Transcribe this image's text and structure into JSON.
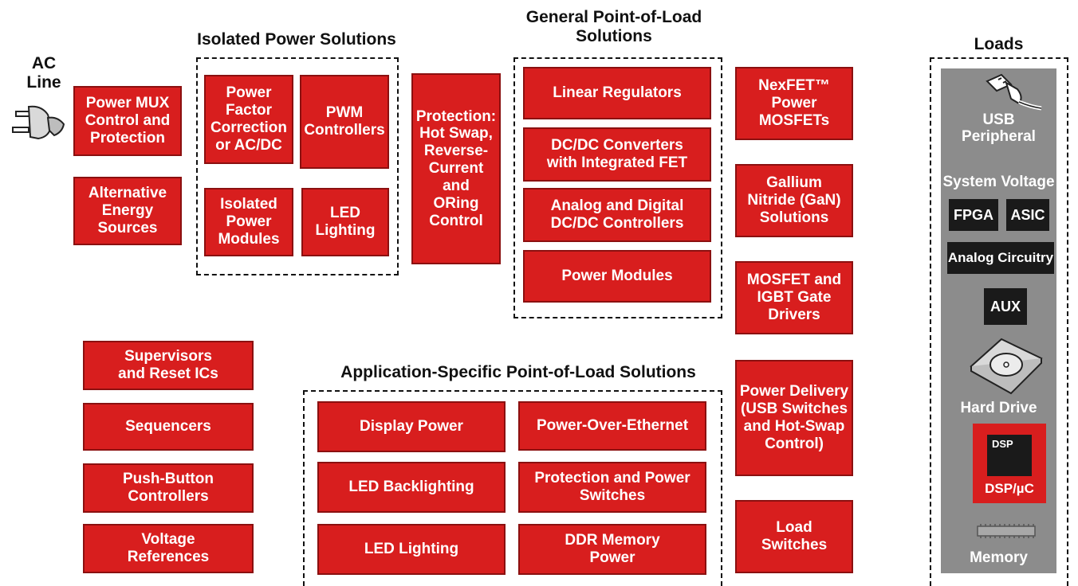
{
  "titles": {
    "ac_line": "AC\nLine",
    "isolated": "Isolated Power Solutions",
    "general_pol": "General Point-of-Load\nSolutions",
    "app_specific": "Application-Specific Point-of-Load Solutions",
    "loads": "Loads"
  },
  "left_column": {
    "power_mux": "Power MUX\nControl and\nProtection",
    "alt_energy": "Alternative\nEnergy\nSources",
    "supervisors": "Supervisors\nand Reset ICs",
    "sequencers": "Sequencers",
    "push_button": "Push-Button\nControllers",
    "voltage_refs": "Voltage\nReferences"
  },
  "isolated": {
    "pfc": "Power\nFactor\nCorrection\nor AC/DC",
    "pwm": "PWM\nControllers",
    "isolated_modules": "Isolated\nPower\nModules",
    "led_lighting": "LED\nLighting"
  },
  "protection": "Protection:\nHot Swap,\nReverse-\nCurrent\nand\nORing\nControl",
  "general_pol": {
    "linear": "Linear Regulators",
    "dcdc_fet": "DC/DC Converters\nwith Integrated FET",
    "analog_digital": "Analog and Digital\nDC/DC Controllers",
    "power_modules": "Power Modules"
  },
  "right_column": {
    "nexfet": "NexFET™\nPower\nMOSFETs",
    "gan": "Gallium\nNitride (GaN)\nSolutions",
    "gate_drivers": "MOSFET and\nIGBT Gate\nDrivers",
    "power_delivery": "Power Delivery\n(USB Switches\nand Hot-Swap\nControl)",
    "load_switches": "Load\nSwitches"
  },
  "app_specific": {
    "display_power": "Display Power",
    "poe": "Power-Over-Ethernet",
    "led_backlighting": "LED Backlighting",
    "protection_switches": "Protection and Power\nSwitches",
    "led_lighting": "LED Lighting",
    "ddr_memory": "DDR Memory\nPower"
  },
  "loads": {
    "usb": "USB\nPeripheral",
    "system_voltage": "System Voltage",
    "fpga": "FPGA",
    "asic": "ASIC",
    "analog": "Analog Circuitry",
    "aux": "AUX",
    "hard_drive": "Hard Drive",
    "dsp_chip": "DSP",
    "dsp_uc": "DSP/µC",
    "memory": "Memory"
  },
  "colors": {
    "box_red": "#d81e1e",
    "panel_gray": "#8c8c8c",
    "chip_black": "#1a1a1a"
  },
  "icons": [
    "ac-plug-icon",
    "usb-cable-icon",
    "hard-drive-icon",
    "dsp-chip-icon",
    "memory-chip-icon"
  ]
}
